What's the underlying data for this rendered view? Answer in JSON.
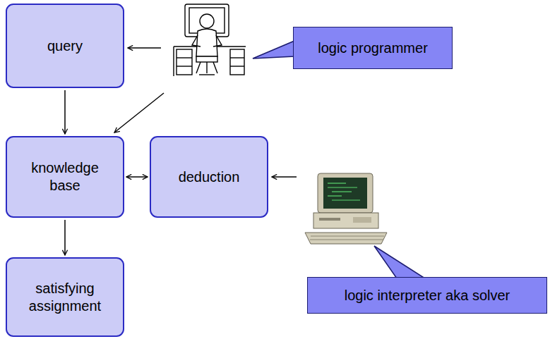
{
  "diagram": {
    "nodes": [
      {
        "text": [
          "query"
        ]
      },
      {
        "text": [
          "logic programmer"
        ]
      },
      {
        "text": [
          "knowledge base"
        ]
      },
      {
        "text": [
          "deduction"
        ]
      },
      {
        "text": [
          "logic interpreter aka solver"
        ]
      },
      {
        "text": [
          "satisfying assignment"
        ]
      }
    ],
    "edges": [
      {
        "from": 0,
        "to": 2,
        "arrow": "to"
      },
      {
        "from": 2,
        "to": 3,
        "arrow": "both"
      },
      {
        "from": 2,
        "to": 5,
        "arrow": "to"
      }
    ]
  }
}
